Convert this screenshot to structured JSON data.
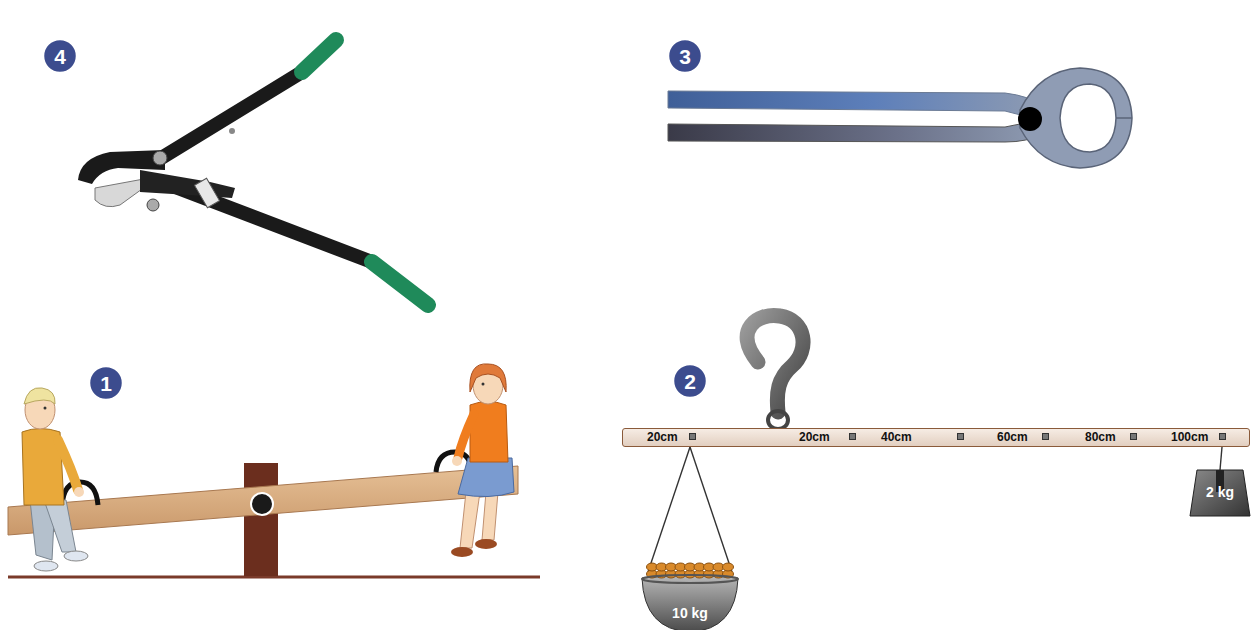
{
  "diagram": {
    "nodes": [
      {
        "text": [
          "4"
        ]
      },
      {
        "text": [
          "3"
        ]
      },
      {
        "text": [
          "1"
        ]
      },
      {
        "text": [
          "2"
        ]
      },
      {
        "text": [
          "20cm",
          "20cm",
          "40cm",
          "60cm",
          "80cm",
          "100cm"
        ]
      },
      {
        "text": [
          "10 kg"
        ]
      },
      {
        "text": [
          "2 kg"
        ]
      }
    ],
    "edges": [
      {
        "from": 4,
        "to": 5,
        "arrow": "none"
      },
      {
        "from": 4,
        "to": 5,
        "arrow": "none"
      },
      {
        "from": 4,
        "to": 6,
        "arrow": "none"
      }
    ]
  }
}
